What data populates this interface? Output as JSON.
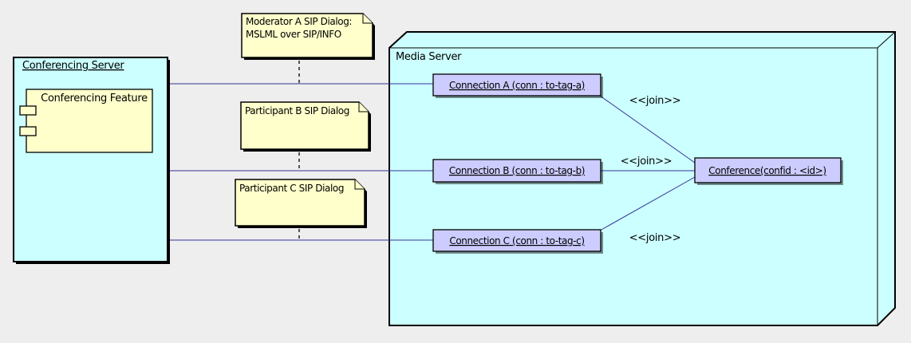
{
  "diagram": {
    "type": "uml-deployment-diagram",
    "colors": {
      "background": "#eeeeee",
      "node_fill": "#ccffff",
      "note_fill": "#ffffcc",
      "object_fill": "#ccccff",
      "connector_line": "#333399",
      "border": "#000000"
    }
  },
  "conferencing_server": {
    "title": "Conferencing Server",
    "feature": {
      "label": "Conferencing Feature"
    }
  },
  "notes": [
    {
      "lines": [
        "Moderator A SIP Dialog:",
        "MSLML over SIP/INFO"
      ]
    },
    {
      "lines": [
        "Participant B SIP Dialog"
      ]
    },
    {
      "lines": [
        "Participant C SIP Dialog"
      ]
    }
  ],
  "media_server": {
    "title": "Media Server",
    "connections": [
      {
        "label": "Connection A (conn : to-tag-a)"
      },
      {
        "label": "Connection B (conn : to-tag-b)"
      },
      {
        "label": "Connection C (conn : to-tag-c)"
      }
    ],
    "conference": {
      "label": "Conference(confid : <id>)"
    },
    "join_stereotype": "<<join>>"
  }
}
